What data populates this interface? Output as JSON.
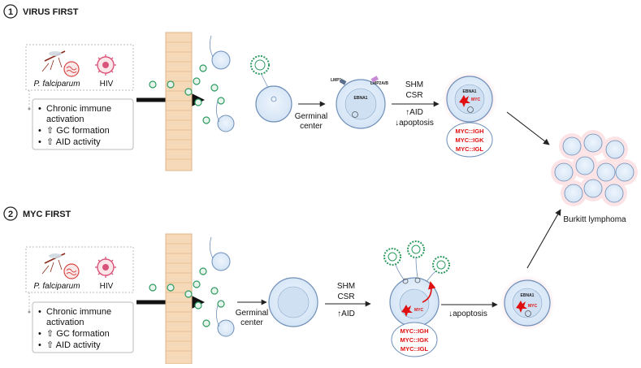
{
  "sections": [
    {
      "number": "1",
      "title": "VIRUS FIRST",
      "pathogens": [
        "P. falciparum",
        "HIV"
      ],
      "bullets": [
        "Chronic immune activation",
        "⇧ GC formation",
        "⇧ AID activity"
      ],
      "germinal_center_label": [
        "Germinal",
        "center"
      ],
      "cell_labels": {
        "lmp1": "LMP1",
        "lmp2": "LMP2A/B",
        "ebna1": "EBNA1",
        "myc": "MYC"
      },
      "process_labels": [
        "SHM",
        "CSR",
        "↑AID",
        "↓apoptosis"
      ],
      "translocations": [
        "MYC::IGH",
        "MYC::IGK",
        "MYC::IGL"
      ]
    },
    {
      "number": "2",
      "title": "MYC FIRST",
      "pathogens": [
        "P. falciparum",
        "HIV"
      ],
      "bullets": [
        "Chronic immune activation",
        "⇧ GC formation",
        "⇧ AID activity"
      ],
      "germinal_center_label": [
        "Germinal",
        "center"
      ],
      "process_labels": [
        "SHM",
        "CSR",
        "↑AID"
      ],
      "myc_label": "MYC",
      "apoptosis_label": "↓apoptosis",
      "translocations": [
        "MYC::IGH",
        "MYC::IGK",
        "MYC::IGL"
      ],
      "ebna1_label": "EBNA1",
      "myc_label_2": "MYC"
    }
  ],
  "outcome_label": "Burkitt lymphoma",
  "colors": {
    "red": "#e01010",
    "cell_fill": "#e8f1fb",
    "cell_stroke": "#6f8fb8",
    "virus_green": "#2e9a5f",
    "epithelium": "#f6d9b8"
  }
}
